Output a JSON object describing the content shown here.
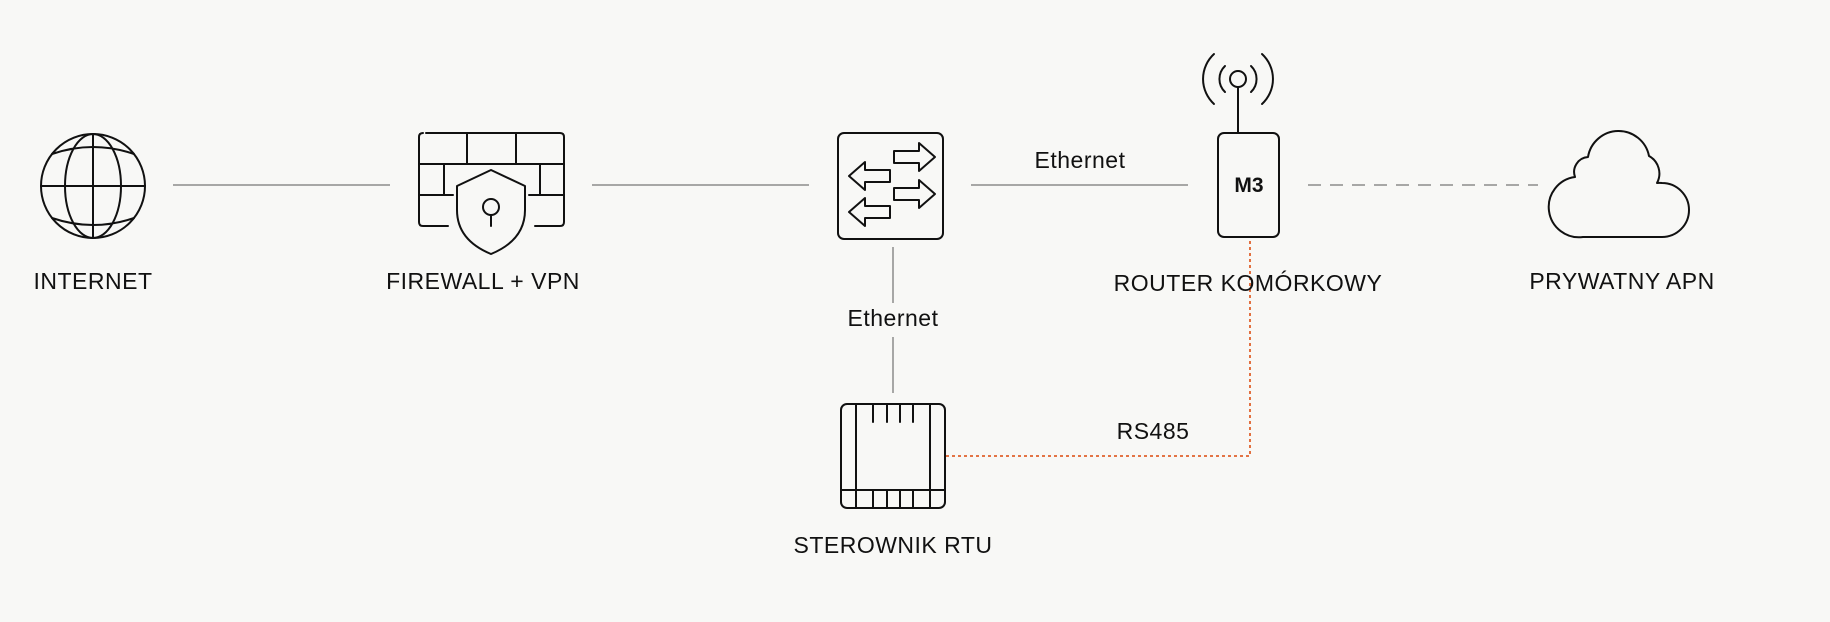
{
  "nodes": {
    "internet": {
      "label": "INTERNET",
      "icon": "globe-icon"
    },
    "firewall": {
      "label": "FIREWALL + VPN",
      "icon": "firewall-shield-icon"
    },
    "switch": {
      "label": "",
      "icon": "network-switch-icon"
    },
    "router": {
      "label": "ROUTER KOMÓRKOWY",
      "icon": "cellular-router-icon",
      "badge": "M3"
    },
    "apn": {
      "label": "PRYWATNY APN",
      "icon": "cloud-icon"
    },
    "rtu": {
      "label": "STEROWNIK RTU",
      "icon": "rtu-controller-icon"
    }
  },
  "edges": {
    "switch_router": {
      "label": "Ethernet"
    },
    "switch_rtu": {
      "label": "Ethernet"
    },
    "rtu_router": {
      "label": "RS485",
      "color": "#e0622c",
      "style": "dotted"
    },
    "router_apn": {
      "style": "dashed"
    }
  },
  "colors": {
    "ink": "#111111",
    "line": "#8c8c8c",
    "accent": "#e0622c",
    "background": "#f8f8f6"
  }
}
